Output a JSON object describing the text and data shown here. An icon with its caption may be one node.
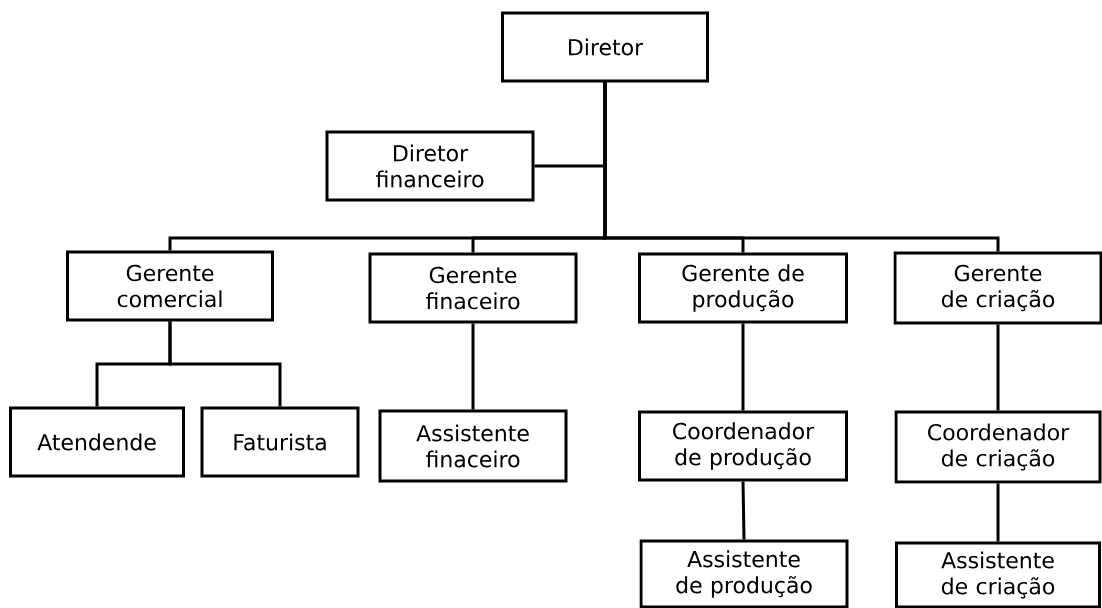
{
  "diagram": {
    "nodes": [
      {
        "text": [
          "Diretor"
        ]
      },
      {
        "text": [
          "Diretor financeiro"
        ]
      },
      {
        "text": [
          "Gerente comercial"
        ]
      },
      {
        "text": [
          "Gerente finaceiro"
        ]
      },
      {
        "text": [
          "Gerente de produção"
        ]
      },
      {
        "text": [
          "Gerente de criação"
        ]
      },
      {
        "text": [
          "Atendende"
        ]
      },
      {
        "text": [
          "Faturista"
        ]
      },
      {
        "text": [
          "Assistente finaceiro"
        ]
      },
      {
        "text": [
          "Coordenador de produção"
        ]
      },
      {
        "text": [
          "Coordenador de criação"
        ]
      },
      {
        "text": [
          "Assistente de produção"
        ]
      },
      {
        "text": [
          "Assistente de criação"
        ]
      }
    ],
    "edges": [
      {
        "from": 0,
        "to": 1,
        "arrow": "none"
      },
      {
        "from": 0,
        "to": 2,
        "arrow": "none"
      },
      {
        "from": 0,
        "to": 3,
        "arrow": "none"
      },
      {
        "from": 0,
        "to": 4,
        "arrow": "none"
      },
      {
        "from": 0,
        "to": 5,
        "arrow": "none"
      },
      {
        "from": 2,
        "to": 6,
        "arrow": "none"
      },
      {
        "from": 2,
        "to": 7,
        "arrow": "none"
      },
      {
        "from": 3,
        "to": 8,
        "arrow": "none"
      },
      {
        "from": 4,
        "to": 9,
        "arrow": "none"
      },
      {
        "from": 5,
        "to": 10,
        "arrow": "none"
      },
      {
        "from": 9,
        "to": 11,
        "arrow": "none"
      },
      {
        "from": 10,
        "to": 12,
        "arrow": "none"
      }
    ]
  }
}
